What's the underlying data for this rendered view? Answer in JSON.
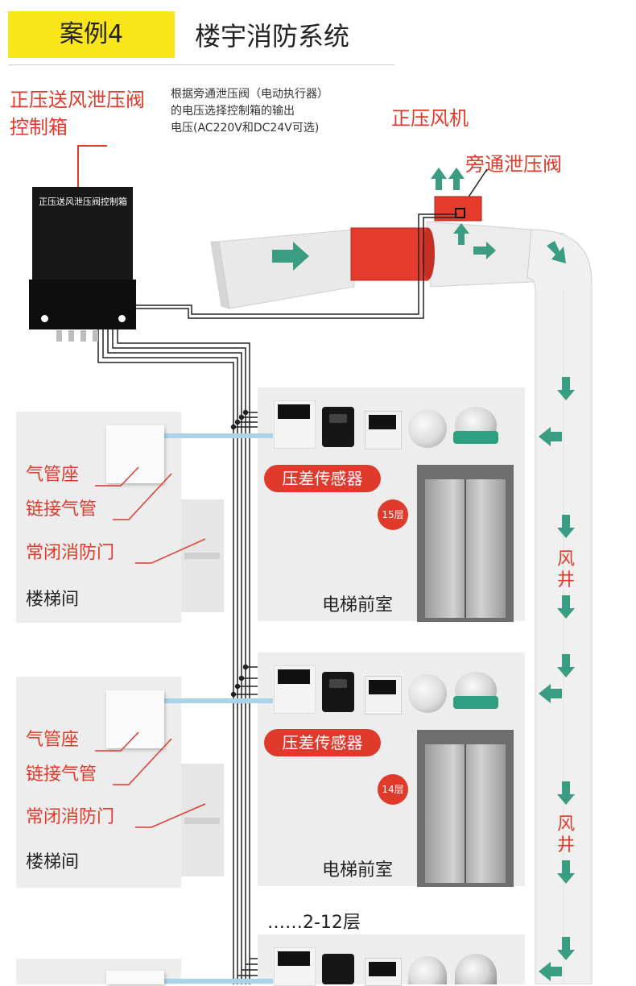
{
  "header": {
    "badge": "案例4",
    "title": "楼宇消防系统"
  },
  "labels": {
    "control_box_line1": "正压送风泄压阀",
    "control_box_line2": "控制箱",
    "description_line1": "根据旁通泄压阀（电动执行器）",
    "description_line2": "的电压选择控制箱的输出",
    "description_line3": "电压(AC220V和DC24V可选)",
    "fan": "正压风机",
    "bypass_valve": "旁通泄压阀"
  },
  "control_box": {
    "panel_title": "正压送风泄压阀控制箱"
  },
  "floors": [
    {
      "floor_badge": "15层",
      "sensor_label": "压差传感器",
      "lobby_label": "电梯前室",
      "stair_label": "楼梯间",
      "air_seat": "气管座",
      "air_tube": "链接气管",
      "fire_door": "常闭消防门",
      "shaft_chars": [
        "风",
        "井"
      ]
    },
    {
      "floor_badge": "14层",
      "sensor_label": "压差传感器",
      "lobby_label": "电梯前室",
      "stair_label": "楼梯间",
      "air_seat": "气管座",
      "air_tube": "链接气管",
      "fire_door": "常闭消防门",
      "shaft_chars": [
        "风",
        "井"
      ]
    }
  ],
  "more_floors": "……2-12层",
  "colors": {
    "accent_red": "#e03a2c",
    "header_yellow": "#f8e51a",
    "arrow_teal": "#3a9c80",
    "tube_blue": "#a9d3e8"
  }
}
